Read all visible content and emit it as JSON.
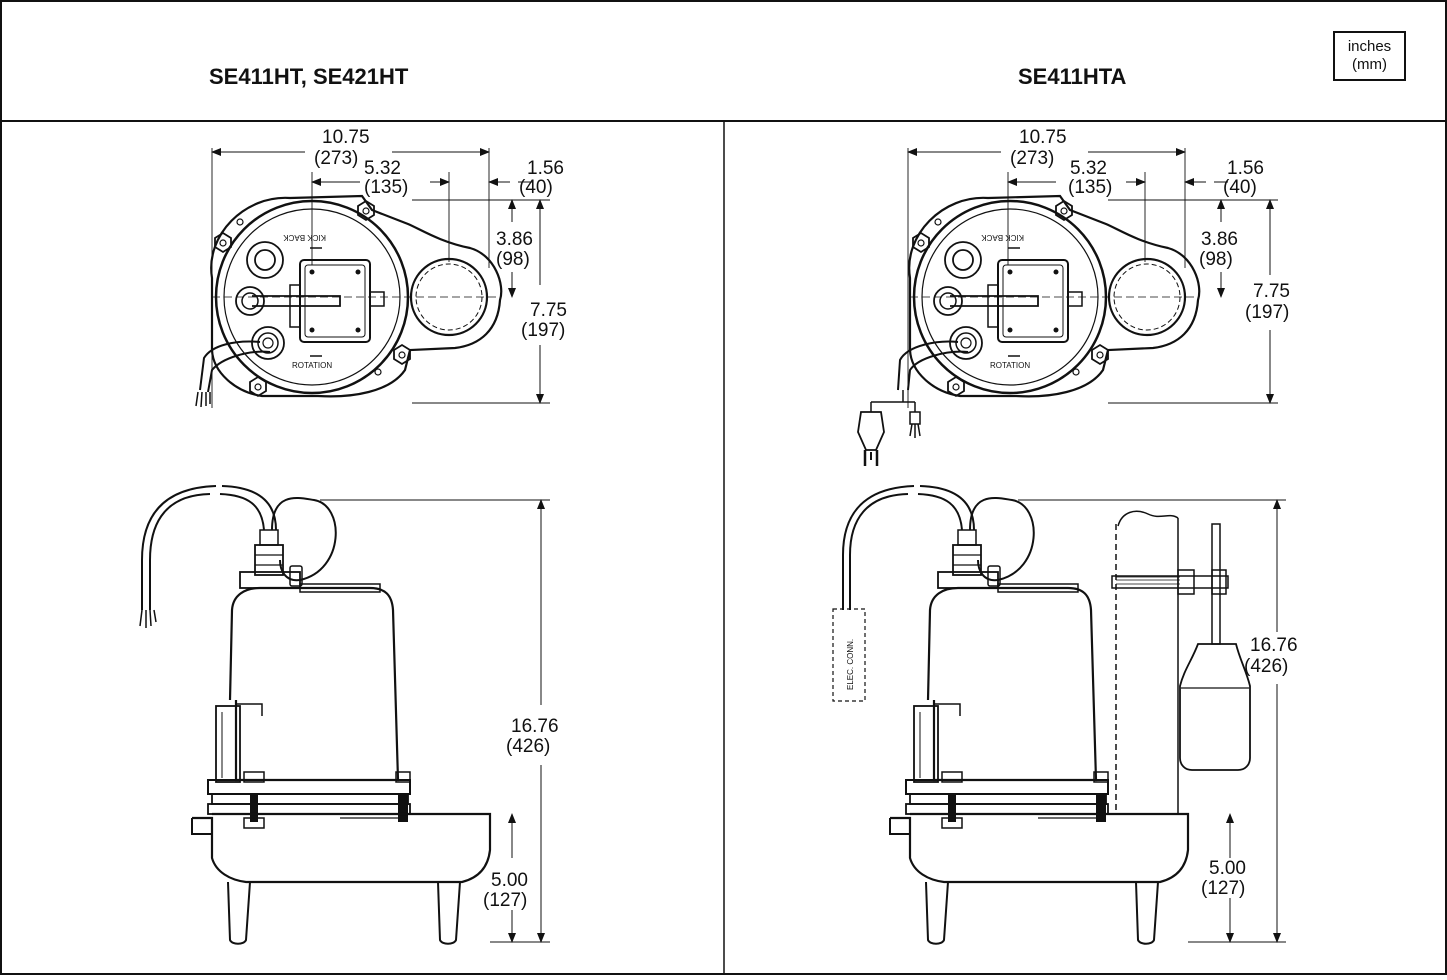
{
  "header": {
    "left_title": "SE411HT, SE421HT",
    "right_title": "SE411HTA",
    "units_line1": "inches",
    "units_line2": "(mm)"
  },
  "dimensions": {
    "width_total": "10.75",
    "width_total_mm": "(273)",
    "inlet_offset": "5.32",
    "inlet_offset_mm": "(135)",
    "discharge_offset": "1.56",
    "discharge_offset_mm": "(40)",
    "center_depth": "3.86",
    "center_depth_mm": "(98)",
    "overall_depth": "7.75",
    "overall_depth_mm": "(197)",
    "height": "16.76",
    "height_mm": "(426)",
    "discharge_height": "5.00",
    "discharge_height_mm": "(127)"
  },
  "labels": {
    "kick_back": "KICK BACK",
    "rotation": "ROTATION",
    "elec_conn": "ELEC. CONN."
  }
}
